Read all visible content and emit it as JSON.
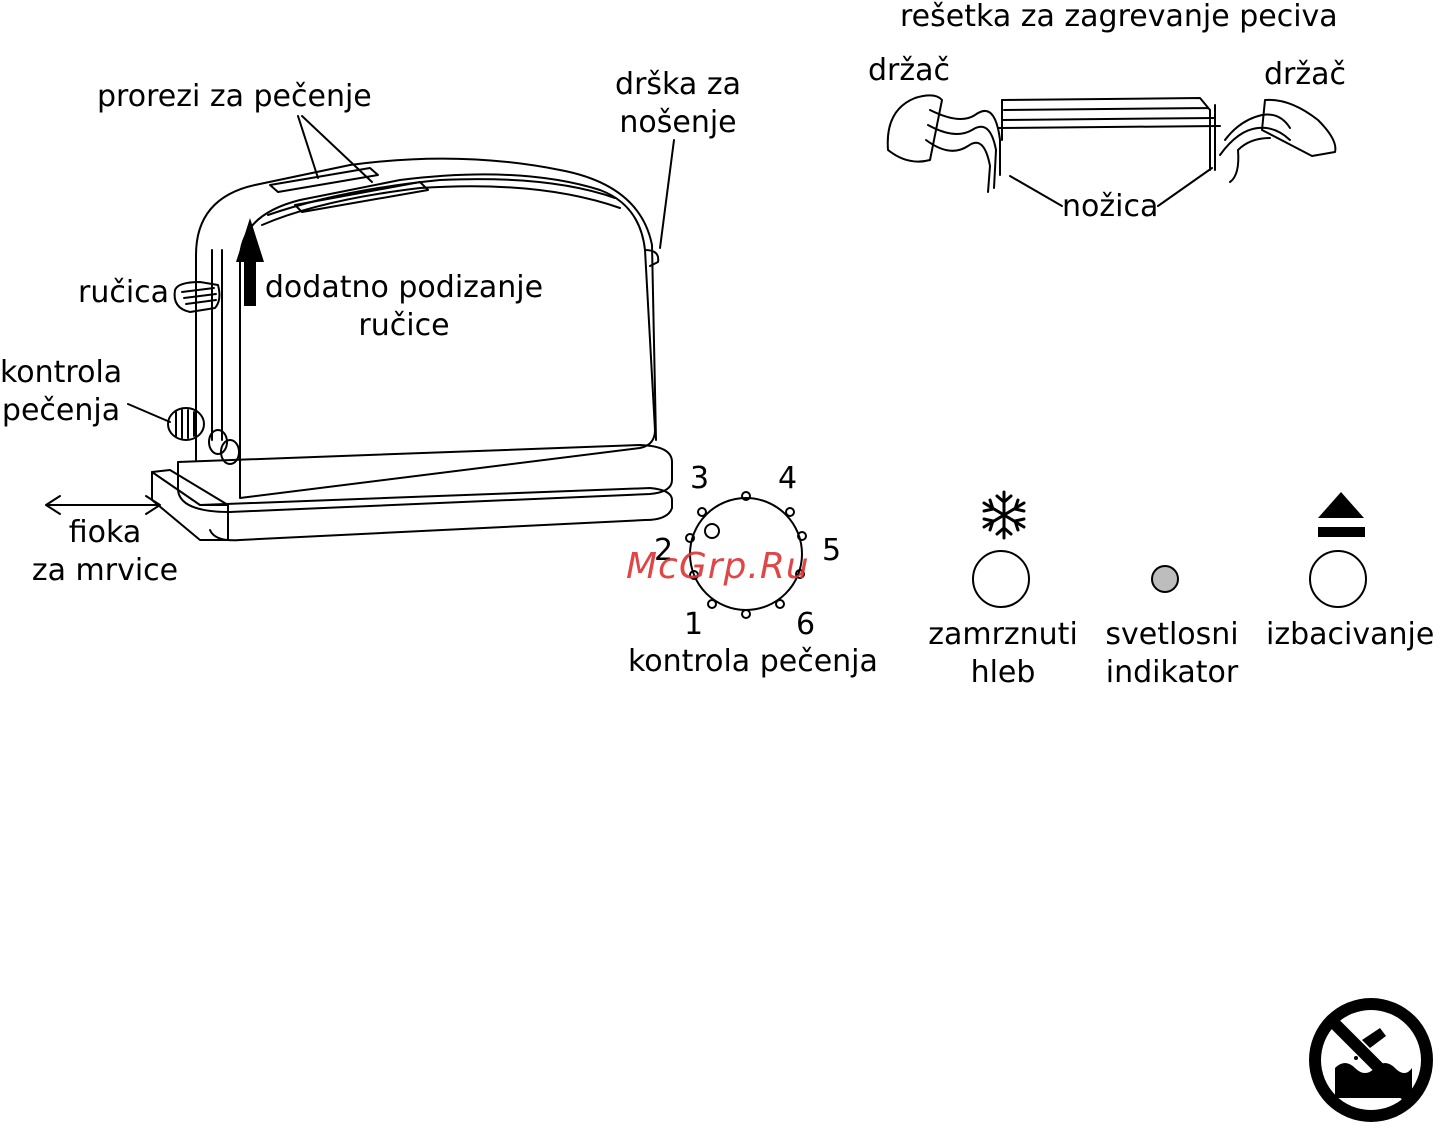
{
  "labels": {
    "prorezi": "prorezi za pečenje",
    "drska_line1": "drška za",
    "drska_line2": "nošenje",
    "resetka": "rešetka za zagrevanje peciva",
    "drzac_left": "držač",
    "drzac_right": "držač",
    "nozica": "nožica",
    "rucica": "ručica",
    "dodatno_line1": "dodatno podizanje",
    "dodatno_line2": "ručice",
    "kontrola_line1": "kontrola",
    "kontrola_line2": "pečenja",
    "fioka_line1": "fioka",
    "fioka_line2": "za mrvice",
    "dial_caption": "kontrola pečenja",
    "zamrznuti_line1": "zamrznuti",
    "zamrznuti_line2": "hleb",
    "svetlosni_line1": "svetlosni",
    "svetlosni_line2": "indikator",
    "izbacivanje": "izbacivanje"
  },
  "dial": {
    "numbers": [
      "1",
      "2",
      "3",
      "4",
      "5",
      "6"
    ]
  },
  "watermark": "McGrp.Ru",
  "icons": {
    "frozen": "snowflake-icon",
    "eject": "eject-icon",
    "indicator": "indicator-light-icon",
    "warning": "no-water-immersion-icon"
  },
  "colors": {
    "line": "#000000",
    "indicator": "#bdbdbd",
    "watermark": "#dd3333"
  }
}
